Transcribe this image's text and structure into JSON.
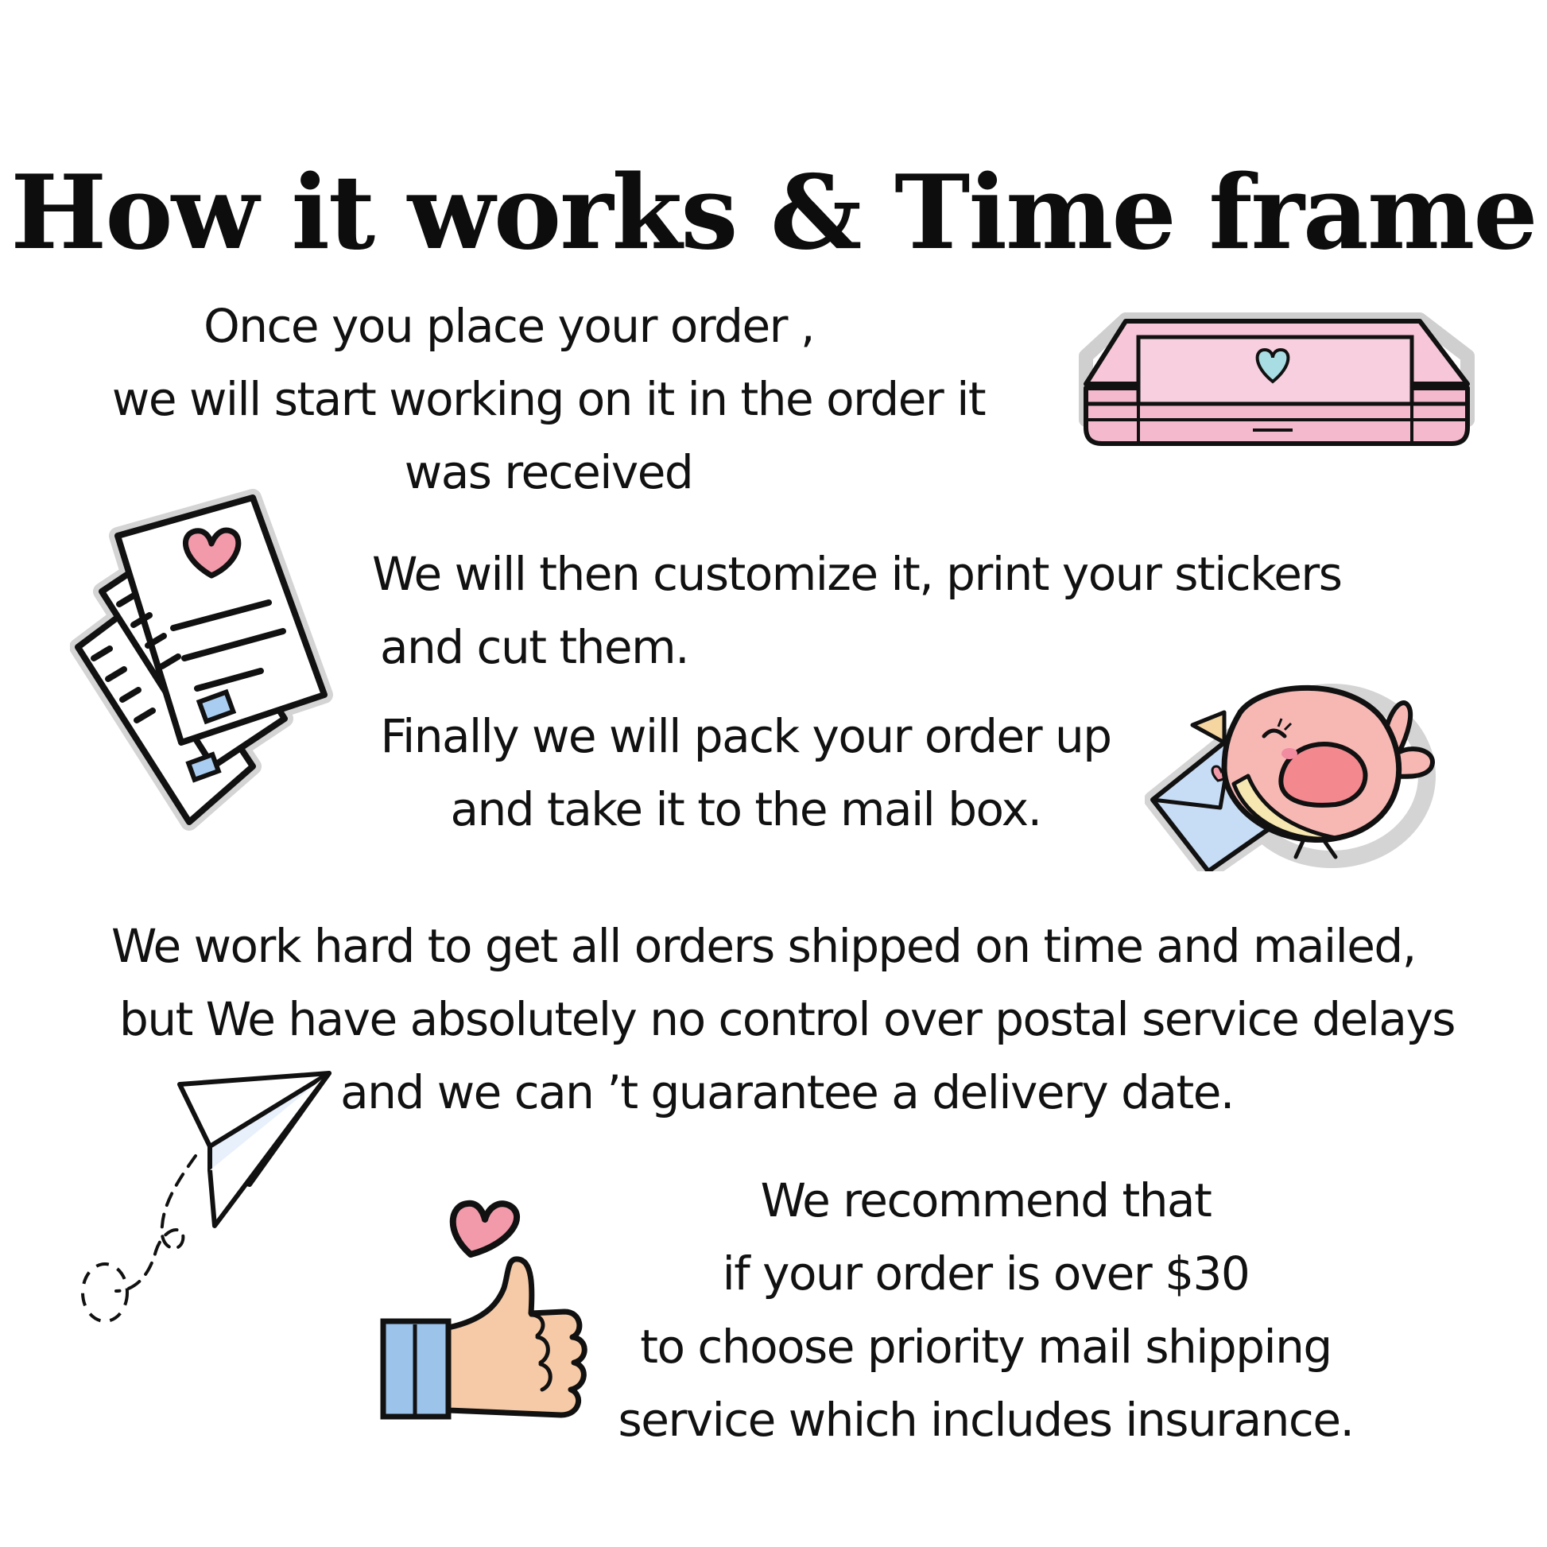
{
  "title": "How it works & Time frame",
  "step1": {
    "lines": [
      "Once you place your order ,",
      "we will start working on it in the order it",
      "was received"
    ]
  },
  "step2": {
    "lines": [
      "We will then customize it, print your stickers",
      "and cut them."
    ]
  },
  "step3": {
    "lines": [
      "Finally we will pack your order up",
      "and take it to the mail box."
    ]
  },
  "notice": {
    "lines": [
      "We work hard to get all orders shipped on time and mailed,",
      "but We have absolutely no control over postal service delays",
      "and we can ’t guarantee a delivery date."
    ]
  },
  "recommend": {
    "lines": [
      "We recommend that",
      "if your order is over $30",
      "to choose priority mail shipping",
      "service which includes insurance."
    ]
  },
  "colors": {
    "pink": "#f6c1d3",
    "heart": "#f29aaa",
    "bird": "#f7b8b4",
    "envelope": "#c7dcf5",
    "sleeve": "#9cc3ea",
    "skin": "#f6caa7",
    "mint": "#a7dde3"
  },
  "icons": [
    "cutting-machine-icon",
    "documents-icon",
    "bird-letter-icon",
    "paper-plane-icon",
    "thumbs-up-icon"
  ]
}
